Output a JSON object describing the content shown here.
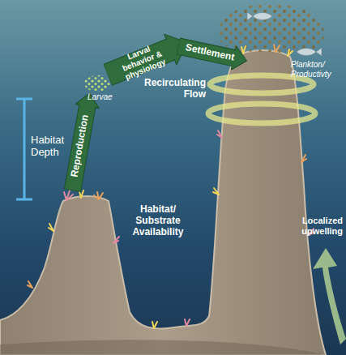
{
  "diagram": {
    "nodes": [
      {
        "text": [
          "Reproduction"
        ]
      },
      {
        "text": [
          "Larval behavior & physiology"
        ]
      },
      {
        "text": [
          "Settlement"
        ]
      }
    ],
    "labels": [
      "Habitat Depth",
      "Larvae",
      "Habitat/ Substrate Availability",
      "Recirculating Flow",
      "Plankton/ Productivty",
      "Localized upwelling"
    ]
  }
}
